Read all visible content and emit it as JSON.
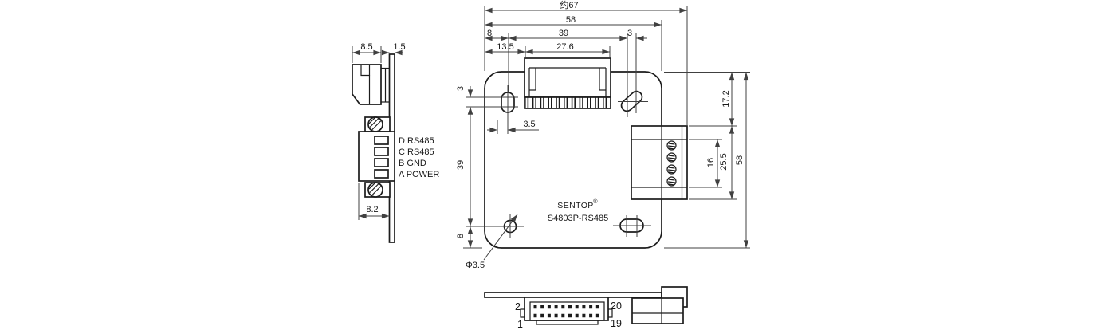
{
  "side_view": {
    "dim_top_width": "8.5",
    "dim_plate_thickness": "1.5",
    "dim_bottom_width": "8.2",
    "terminals": [
      "D RS485",
      "C RS485",
      "B GND",
      "A POWER"
    ]
  },
  "front_view": {
    "dim_overall_width": "约67",
    "dim_plate_width": "58",
    "dim_hole_offset_x": "8",
    "dim_hole_spacing_x": "39",
    "dim_slot_offset_top": "3",
    "dim_connector_offset": "13.5",
    "dim_connector_width": "27.6",
    "dim_slot_offset_left": "3",
    "dim_hole_spacing_y": "39",
    "dim_hole_offset_bottom": "8",
    "dim_slot_center": "3.5",
    "hole_diameter": "Φ3.5",
    "dim_block_offset_top": "17.2",
    "dim_block_height": "25.5",
    "dim_screw_span": "16",
    "dim_plate_height": "58",
    "brand": "SENTOP",
    "registered_mark": "®",
    "model": "S4803P-RS485"
  },
  "bottom_view": {
    "pin_2": "2",
    "pin_1": "1",
    "pin_20": "20",
    "pin_19": "19"
  }
}
